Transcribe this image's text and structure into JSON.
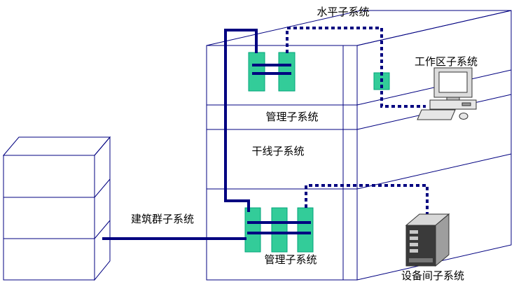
{
  "diagram": {
    "labels": {
      "horizontal_subsystem": "水平子系统",
      "work_area_subsystem": "工作区子系统",
      "management_subsystem_upper": "管理子系统",
      "riser_subsystem": "干线子系统",
      "campus_subsystem": "建筑群子系统",
      "management_subsystem_lower": "管理子系统",
      "equipment_room_subsystem": "设备间子系统"
    },
    "colors": {
      "building_line": "#000080",
      "cable": "#000080",
      "panel_fill": "#33cc99",
      "background": "#ffffff",
      "text": "#000000"
    },
    "icons": {
      "computer": "desktop-computer-icon",
      "server": "equipment-room-server-icon"
    }
  }
}
